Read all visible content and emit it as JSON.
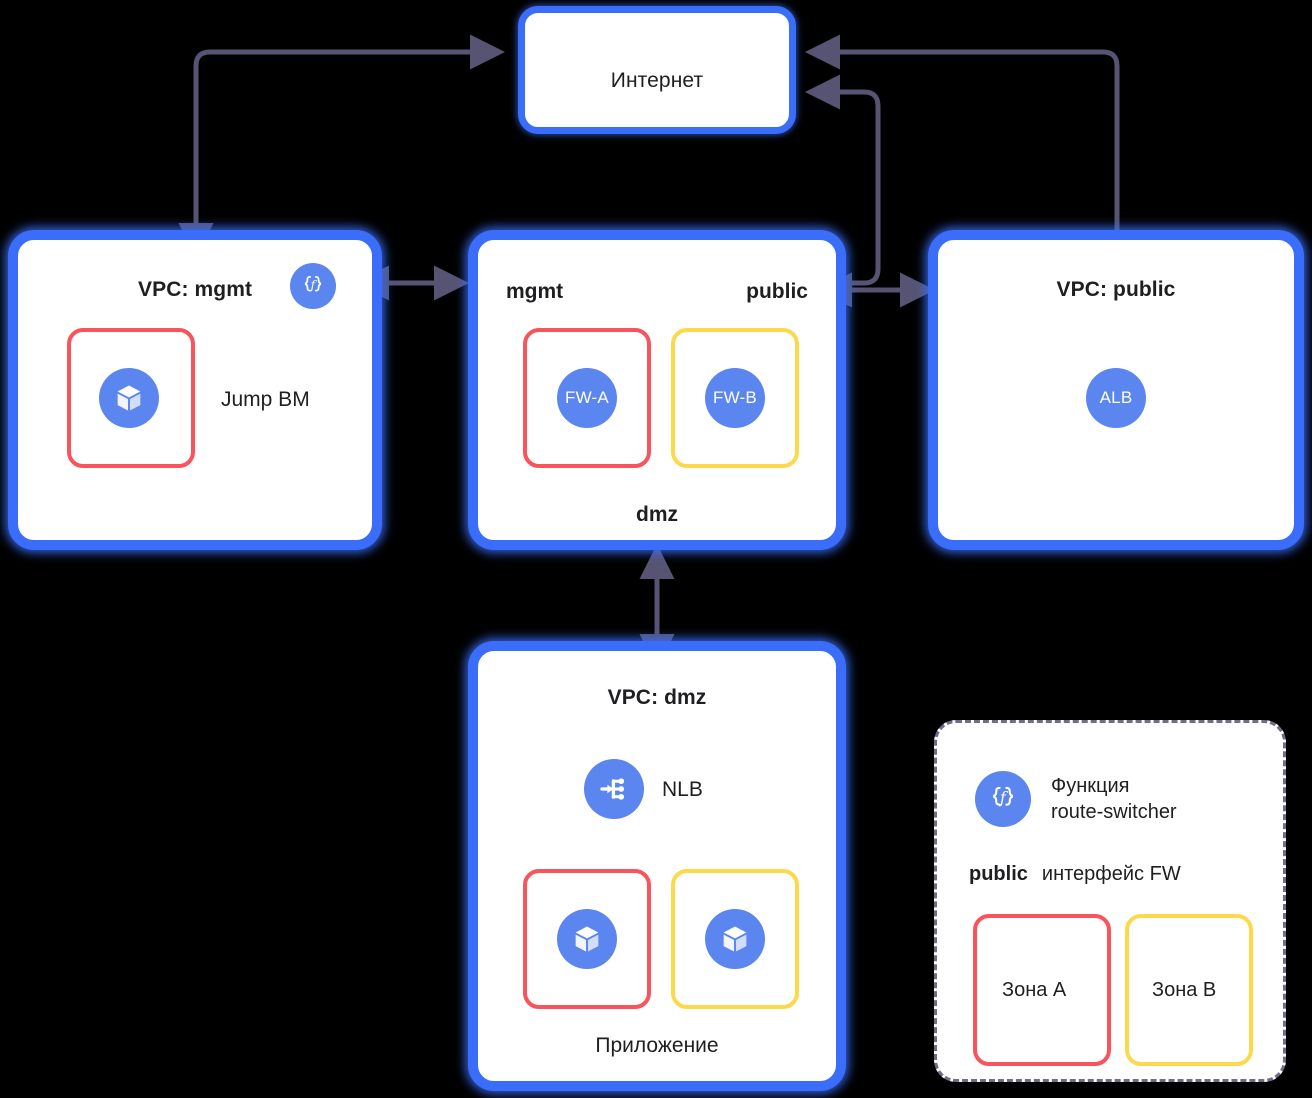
{
  "diagram": {
    "background_color": "#000000",
    "accent_blue": "#3B6DFB",
    "icon_blue": "#5B86F0",
    "zone_a_color": "#F9535B",
    "zone_b_color": "#FBD94B",
    "connector_color": "#565472"
  },
  "internet": {
    "title": "Интернет"
  },
  "vpc_mgmt": {
    "title": "VPC: mgmt",
    "function_icon": "function-braces-icon",
    "vm": {
      "icon": "vm-cube-icon",
      "label": "Jump BM",
      "zone": "zone-a"
    }
  },
  "vpc_firewall": {
    "left_label": "mgmt",
    "right_label": "public",
    "bottom_label": "dmz",
    "firewalls": [
      {
        "label": "FW-A",
        "zone": "zone-a"
      },
      {
        "label": "FW-B",
        "zone": "zone-b"
      }
    ]
  },
  "vpc_public": {
    "title": "VPC: public",
    "balancer": {
      "label": "ALB"
    }
  },
  "vpc_dmz": {
    "title": "VPC: dmz",
    "balancer": {
      "icon": "network-load-balancer-icon",
      "label": "NLB"
    },
    "app_label": "Приложение",
    "apps": [
      {
        "icon": "vm-cube-icon",
        "zone": "zone-a"
      },
      {
        "icon": "vm-cube-icon",
        "zone": "zone-b"
      }
    ]
  },
  "legend": {
    "function_icon": "function-braces-icon",
    "function_label": "Функция\nroute-switcher",
    "interface_bold": "public",
    "interface_text": "интерфейс FW",
    "zones": [
      {
        "label": "Зона A",
        "zone": "zone-a"
      },
      {
        "label": "Зона B",
        "zone": "zone-b"
      }
    ]
  }
}
